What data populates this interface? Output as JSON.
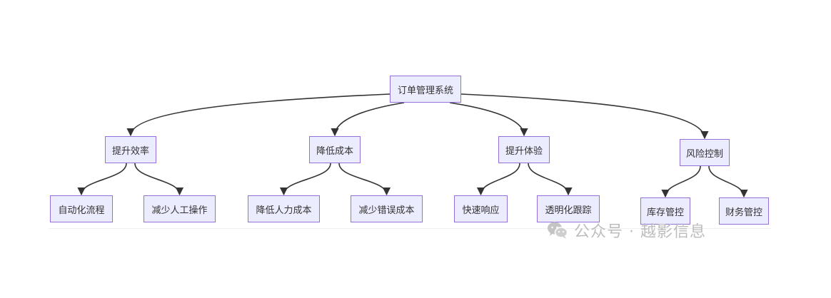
{
  "diagram": {
    "root": {
      "label": "订单管理系统"
    },
    "branches": [
      {
        "label": "提升效率",
        "children": [
          "自动化流程",
          "减少人工操作"
        ]
      },
      {
        "label": "降低成本",
        "children": [
          "降低人力成本",
          "减少错误成本"
        ]
      },
      {
        "label": "提升体验",
        "children": [
          "快速响应",
          "透明化跟踪"
        ]
      },
      {
        "label": "风险控制",
        "children": [
          "库存管控",
          "财务管控"
        ]
      }
    ]
  },
  "watermark": {
    "icon": "wechat-icon",
    "text": "公众号 · 越影信息"
  },
  "colors": {
    "node_fill": "#ECECFF",
    "node_border": "#9370DB",
    "edge": "#333333",
    "watermark": "#bdbdbd"
  }
}
